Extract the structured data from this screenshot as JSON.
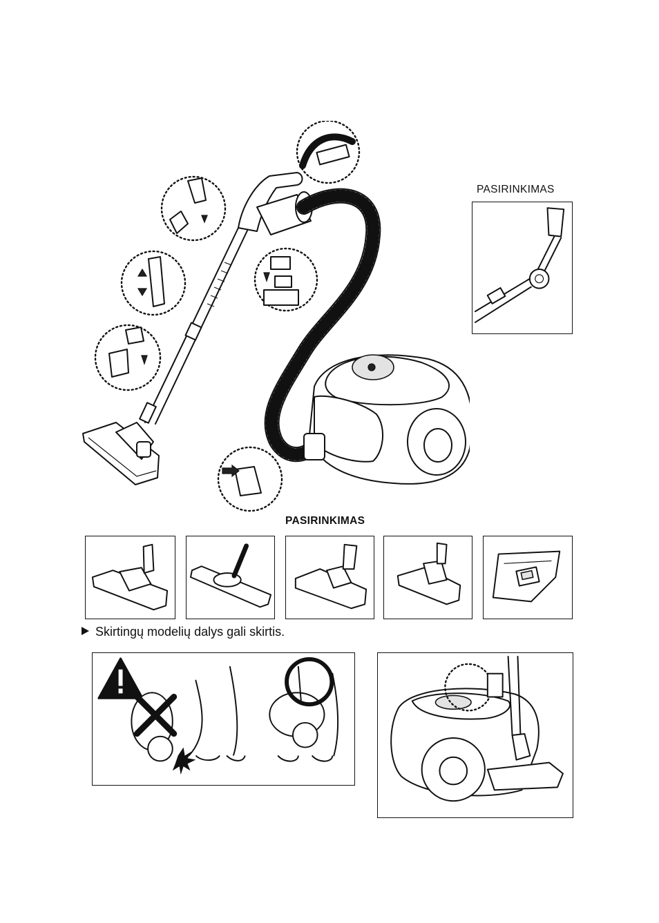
{
  "labels": {
    "optional_right": "PASIRINKIMAS",
    "optional_center": "PASIRINKIMAS"
  },
  "note": {
    "text": "Skirtingų modelių dalys gali skirtis."
  },
  "accessories": [
    {
      "name": "floor-nozzle-2step"
    },
    {
      "name": "parquet-brush"
    },
    {
      "name": "floor-brush"
    },
    {
      "name": "turbo-brush"
    },
    {
      "name": "dust-bag"
    }
  ],
  "icons": {
    "warning": "warning-triangle-icon",
    "prohibited": "x-mark-icon",
    "allowed": "circle-ok-icon",
    "direction": "arrow-icon"
  },
  "colors": {
    "line": "#111111",
    "background": "#ffffff",
    "shade": "#e3e3e3"
  }
}
